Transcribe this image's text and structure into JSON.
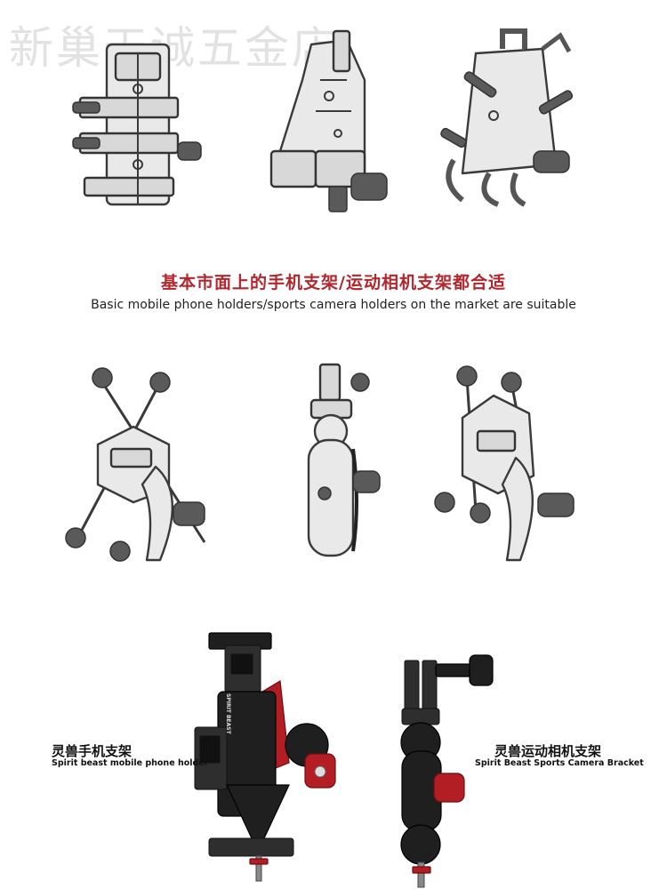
{
  "watermark": "新巢天诚五金店",
  "headline": {
    "cn": "基本市面上的手机支架/运动相机支架都合适",
    "en": "Basic mobile phone holders/sports camera holders on the market are suitable"
  },
  "products": {
    "phone": {
      "cn": "灵兽手机支架",
      "en": "Spirit beast mobile phone holder",
      "brand": "SPIRIT BEAST"
    },
    "camera": {
      "cn": "灵兽运动相机支架",
      "en": "Spirit Beast Sports Camera Bracket"
    }
  },
  "colors": {
    "accent": "#b3262d",
    "holder_black": "#1f1f1f",
    "holder_red": "#b31d24"
  }
}
